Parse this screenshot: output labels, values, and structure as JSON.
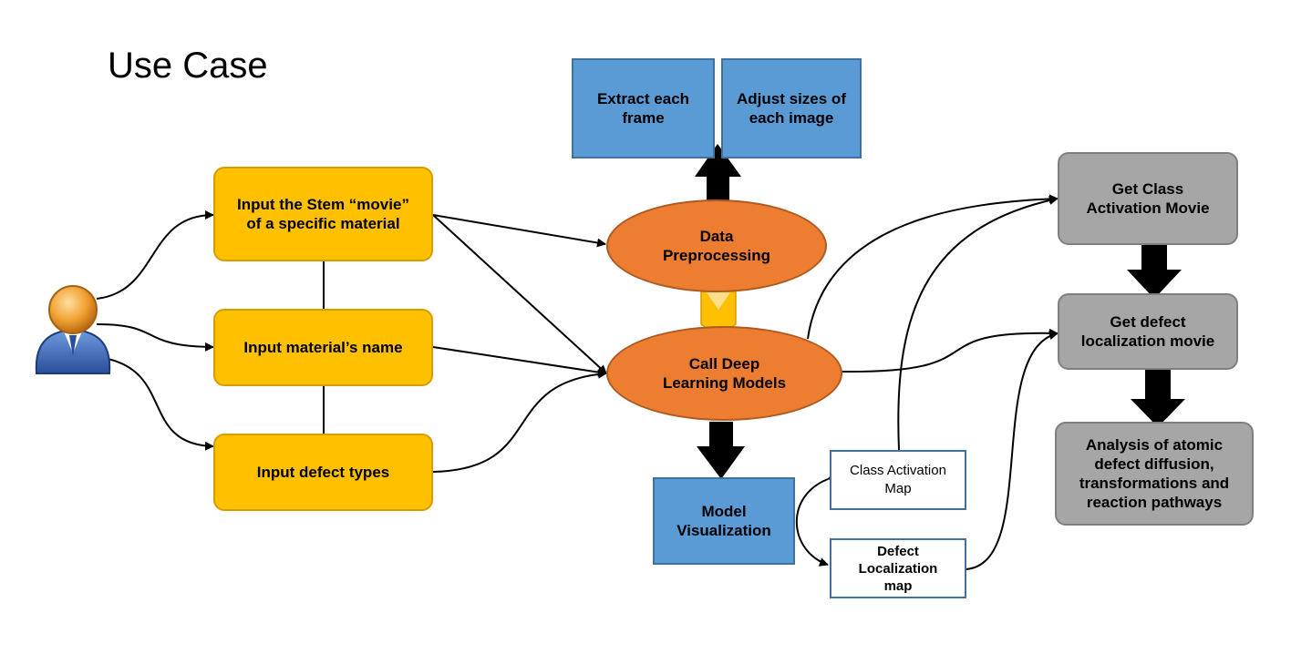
{
  "title": "Use Case",
  "actor": {
    "icon": "user-icon"
  },
  "inputs": {
    "stem_movie": "Input the Stem “movie”\nof a specific material",
    "material_name": "Input material’s name",
    "defect_types": "Input defect types"
  },
  "processing": {
    "preprocessing": "Data\nPreprocessing",
    "extract_frame": "Extract each\nframe",
    "adjust_sizes": "Adjust sizes of\neach image",
    "deep_learning": "Call Deep\nLearning Models",
    "visualization": "Model\nVisualization"
  },
  "maps": {
    "class_activation": "Class Activation\nMap",
    "defect_localization": "Defect\nLocalization\nmap"
  },
  "outputs": {
    "class_activation_movie": "Get Class\nActivation Movie",
    "defect_localization_movie": "Get defect\nlocalization movie",
    "analysis": "Analysis of atomic\ndefect diffusion,\ntransformations and\nreaction pathways"
  },
  "colors": {
    "input": "#ffc000",
    "process": "#ed7d31",
    "step": "#5b9bd5",
    "output": "#a6a6a6",
    "chevron": "#ffc000"
  }
}
